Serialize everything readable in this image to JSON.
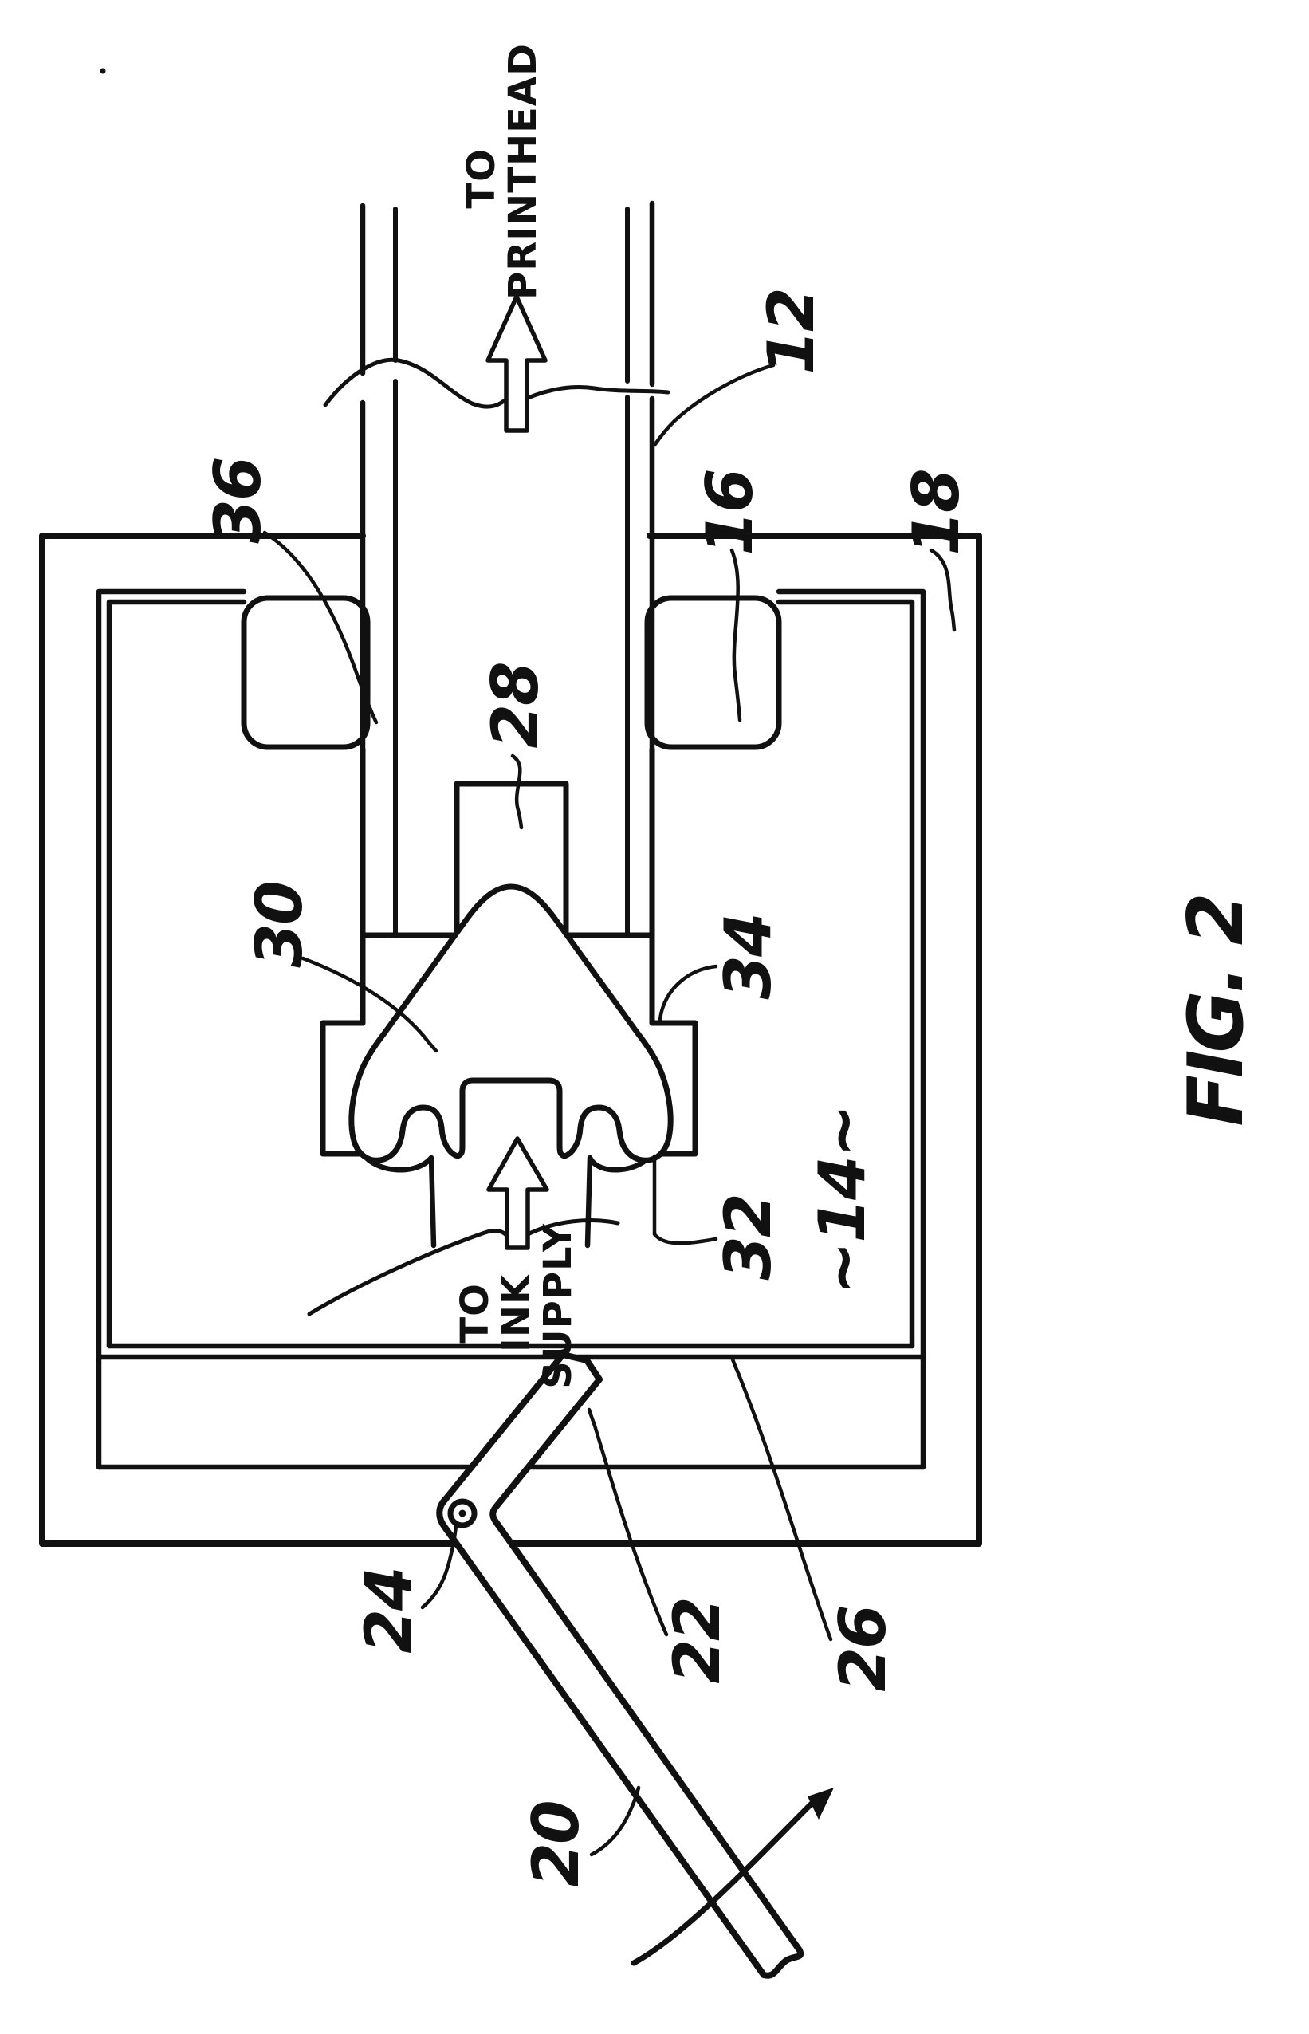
{
  "page": {
    "background": "#ffffff",
    "ink": "#111111"
  },
  "figure_caption": {
    "text": "FIG. 2"
  },
  "flow": {
    "printhead": {
      "line1": "TO",
      "line2": "PRINTHEAD"
    },
    "ink_supply": {
      "line1": "TO",
      "line2": "INK",
      "line3": "SUPPLY"
    }
  },
  "parts": [
    {
      "ref": "12",
      "text": "12"
    },
    {
      "ref": "14",
      "text": "~14~"
    },
    {
      "ref": "16",
      "text": "16"
    },
    {
      "ref": "18",
      "text": "18"
    },
    {
      "ref": "20",
      "text": "20"
    },
    {
      "ref": "22",
      "text": "22"
    },
    {
      "ref": "24",
      "text": "24"
    },
    {
      "ref": "26",
      "text": "26"
    },
    {
      "ref": "28",
      "text": "28"
    },
    {
      "ref": "30",
      "text": "30"
    },
    {
      "ref": "32",
      "text": "32"
    },
    {
      "ref": "34",
      "text": "34"
    },
    {
      "ref": "36",
      "text": "36"
    }
  ]
}
